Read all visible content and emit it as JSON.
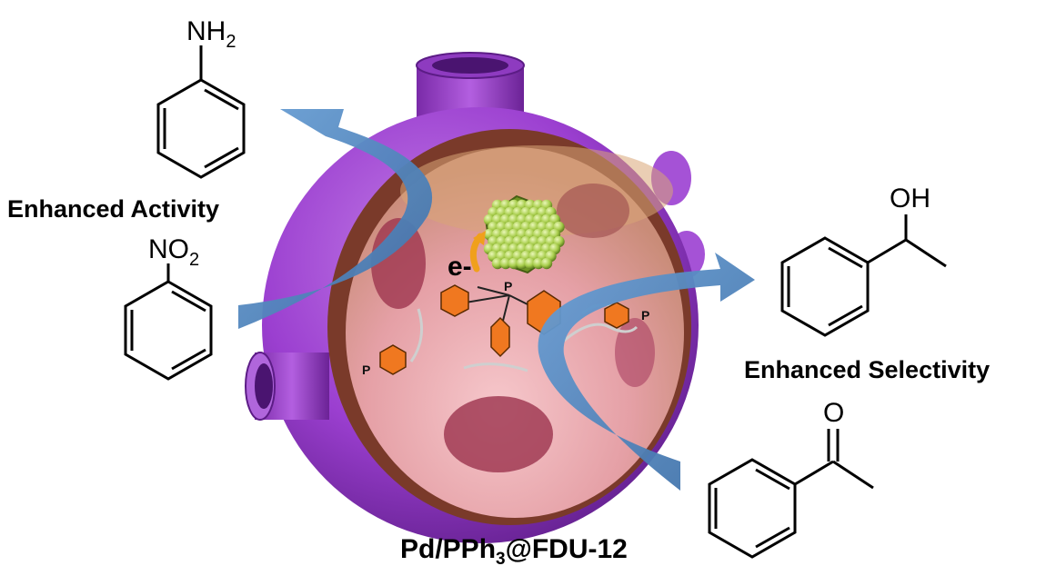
{
  "labels": {
    "enhanced_activity": "Enhanced Activity",
    "enhanced_selectivity": "Enhanced Selectivity",
    "catalyst_main": "Pd/PPh",
    "catalyst_sub": "3",
    "catalyst_tail": "@FDU-12",
    "electron": "e-"
  },
  "molecules": {
    "aniline": {
      "group": "NH",
      "sub": "2"
    },
    "nitrobenzene": {
      "group": "NO",
      "sub": "2"
    },
    "phenylethanol": {
      "group": "OH"
    },
    "acetophenone": {
      "group": "O"
    }
  },
  "ligand_atom": "P",
  "colors": {
    "sphere_outer": "#9b3fd0",
    "sphere_inner": "#e8a0a8",
    "arrow": "#4f86bf",
    "aryl_ring": "#f07820",
    "nanoparticle": "#a6cc4a"
  }
}
